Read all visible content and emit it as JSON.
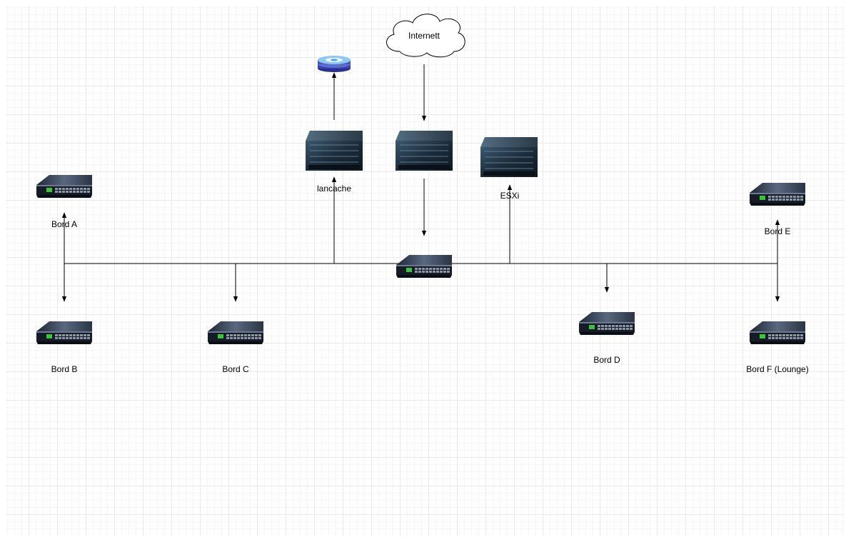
{
  "colors": {
    "line": "#000000",
    "switch_body": "#2b3646",
    "server_body": "#1f3140",
    "disk": "#4aa3df"
  },
  "nodes": {
    "internet": {
      "label": "Internett",
      "icon": "cloud-icon"
    },
    "lancache": {
      "label": "lancache",
      "icon": "server-icon"
    },
    "router": {
      "label": "",
      "icon": "server-icon"
    },
    "esxi": {
      "label": "ESXi",
      "icon": "server-icon"
    },
    "storage": {
      "label": "",
      "icon": "disk-icon"
    },
    "core_switch": {
      "label": "",
      "icon": "switch-icon"
    },
    "bord_a": {
      "label": "Bord A",
      "icon": "switch-icon"
    },
    "bord_b": {
      "label": "Bord B",
      "icon": "switch-icon"
    },
    "bord_c": {
      "label": "Bord C",
      "icon": "switch-icon"
    },
    "bord_d": {
      "label": "Bord D",
      "icon": "switch-icon"
    },
    "bord_e": {
      "label": "Bord E",
      "icon": "switch-icon"
    },
    "bord_f": {
      "label": "Bord F (Lounge)",
      "icon": "switch-icon"
    }
  }
}
